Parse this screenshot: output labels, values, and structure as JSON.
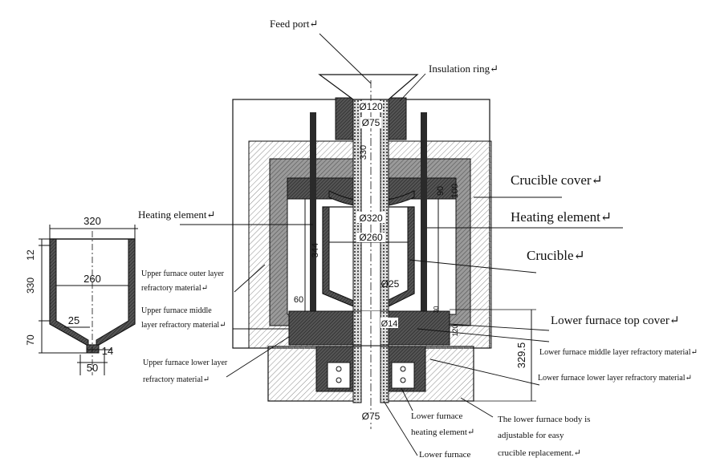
{
  "labels": {
    "feed_port": "Feed port↵",
    "insulation_ring": "Insulation ring↵",
    "crucible_cover": "Crucible cover↵",
    "heating_element_right": "Heating element↵",
    "crucible": "Crucible↵",
    "lower_furnace_top_cover": "Lower furnace top cover↵",
    "lower_furnace_middle_layer": "Lower furnace middle layer refractory material↵",
    "lower_furnace_lower_layer": "Lower furnace lower layer refractory material↵",
    "heating_element_left": "Heating element↵",
    "upper_outer_line1": "Upper furnace outer layer",
    "upper_outer_line2": "refractory material↵",
    "upper_middle_line1": "Upper furnace middle",
    "upper_middle_line2": "layer refractory material↵",
    "upper_lower_line1": "Upper furnace lower layer",
    "upper_lower_line2": "refractory material↵",
    "lower_heating_line1": "Lower furnace",
    "lower_heating_line2": "heating element↵",
    "lower_furnace": "Lower furnace",
    "body_note_line1": "The lower furnace body is",
    "body_note_line2": "adjustable for easy",
    "body_note_line3": "crucible replacement.↵"
  },
  "dimensions": {
    "d120": "Ø120",
    "d75_top": "Ø75",
    "h330_center": "330",
    "h90": "90",
    "h100": "100",
    "d320_main": "Ø320",
    "d260_main": "Ø260",
    "h344": "344",
    "d25": "Ø25",
    "h60": "60",
    "d14": "Ø14",
    "h30": "30",
    "h120": "120",
    "h329_5": "329.5",
    "d75_bottom": "Ø75"
  },
  "crucible_detail": {
    "w320": "320",
    "h12": "12",
    "h330": "330",
    "w260": "260",
    "w25": "25",
    "h70": "70",
    "w14": "14",
    "w50": "50"
  },
  "colors": {
    "line": "#111111",
    "hatch_light": "#7a7a7a",
    "hatch_dark": "#2a2a2a",
    "wall_dark": "#3a3a3a"
  }
}
